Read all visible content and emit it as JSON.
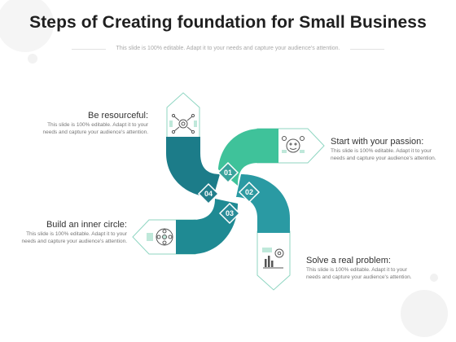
{
  "title": "Steps of Creating foundation for Small Business",
  "subtitle": "This slide is 100% editable. Adapt it to your needs and capture your audience's attention.",
  "colors": {
    "teal_dark": "#1c7c89",
    "teal_mid": "#2a9aa3",
    "green": "#3fc29a",
    "outline": "#7fd3bd",
    "icon": "#555555"
  },
  "steps": [
    {
      "number": "01",
      "heading": "Start with your passion:",
      "desc_line1": "This slide is 100% editable. Adapt it to your",
      "desc_line2": "needs and capture your audience's attention.",
      "icon": "face-gears-icon"
    },
    {
      "number": "02",
      "heading": "Solve a real problem:",
      "desc_line1": "This slide is 100% editable. Adapt it to your",
      "desc_line2": "needs and capture your audience's attention.",
      "icon": "chart-gear-icon"
    },
    {
      "number": "03",
      "heading": "Build an inner circle:",
      "desc_line1": "This slide is 100% editable. Adapt it to your",
      "desc_line2": "needs and capture your audience's attention.",
      "icon": "people-circle-icon"
    },
    {
      "number": "04",
      "heading": "Be resourceful:",
      "desc_line1": "This slide is 100% editable. Adapt it to your",
      "desc_line2": "needs and capture your audience's attention.",
      "icon": "gear-network-icon"
    }
  ]
}
